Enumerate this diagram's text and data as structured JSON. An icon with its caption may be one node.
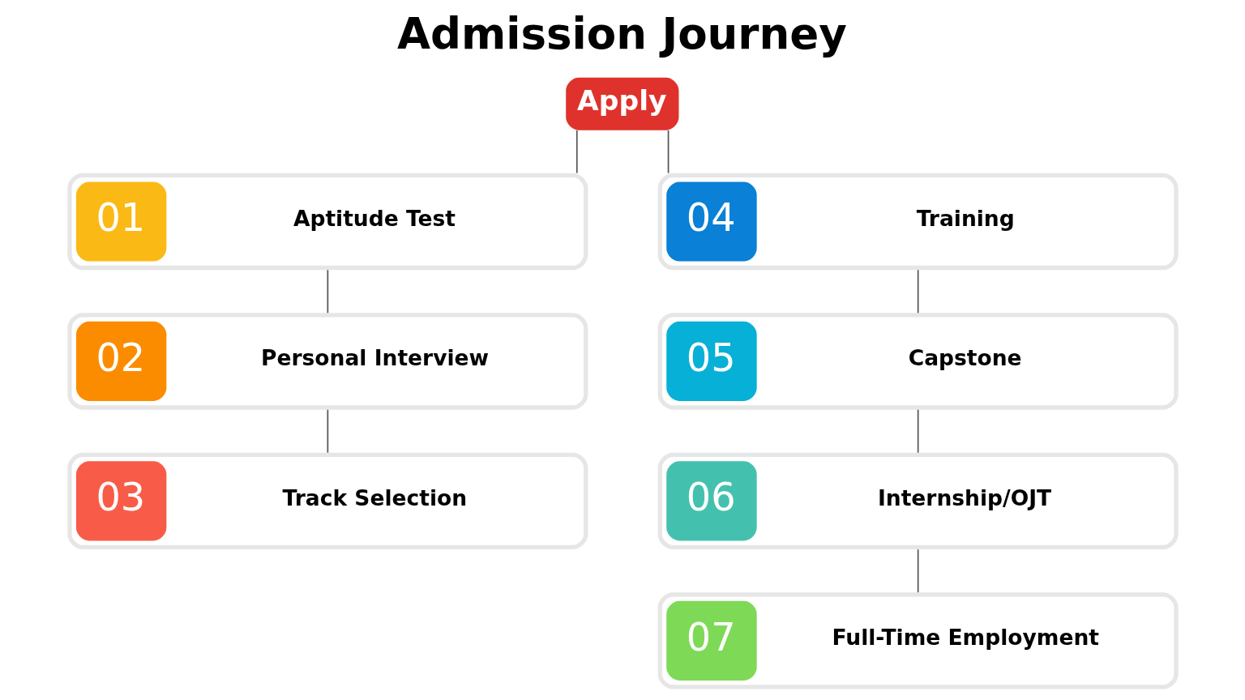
{
  "diagram": {
    "title": "Admission Journey",
    "nodes": [
      {
        "text": [
          "Apply"
        ]
      },
      {
        "text": [
          "01",
          "Aptitude Test"
        ]
      },
      {
        "text": [
          "02",
          "Personal Interview"
        ]
      },
      {
        "text": [
          "03",
          "Track Selection"
        ]
      },
      {
        "text": [
          "04",
          "Training"
        ]
      },
      {
        "text": [
          "05",
          "Capstone"
        ]
      },
      {
        "text": [
          "06",
          "Internship/OJT"
        ]
      },
      {
        "text": [
          "07",
          "Full-Time Employment"
        ]
      }
    ],
    "edges": [
      {
        "from": 0,
        "to": 1,
        "arrow": "none"
      },
      {
        "from": 0,
        "to": 4,
        "arrow": "none"
      },
      {
        "from": 1,
        "to": 2,
        "arrow": "none"
      },
      {
        "from": 2,
        "to": 3,
        "arrow": "none"
      },
      {
        "from": 4,
        "to": 5,
        "arrow": "none"
      },
      {
        "from": 5,
        "to": 6,
        "arrow": "none"
      },
      {
        "from": 6,
        "to": 7,
        "arrow": "none"
      }
    ]
  }
}
